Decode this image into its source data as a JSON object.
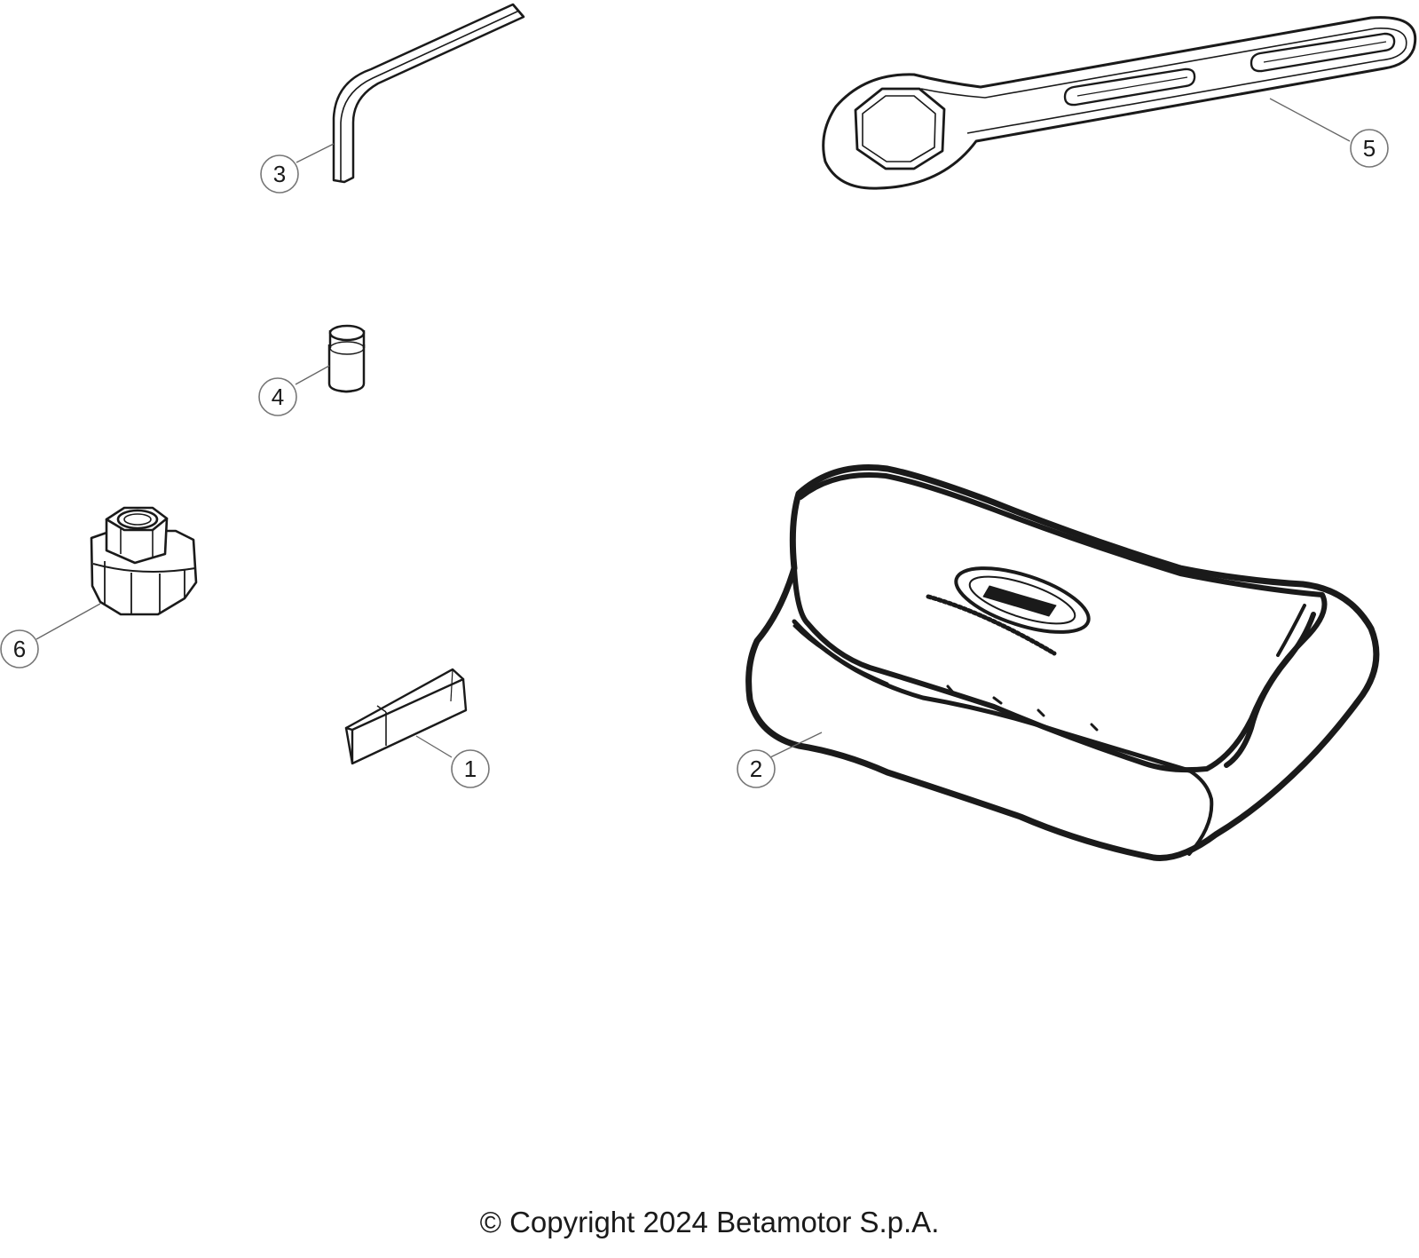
{
  "parts": {
    "key": {
      "callout": "1"
    },
    "tool_bag": {
      "callout": "2"
    },
    "hex_key": {
      "callout": "3"
    },
    "pin": {
      "callout": "4"
    },
    "ring_spanner": {
      "callout": "5"
    },
    "nut_adapter": {
      "callout": "6"
    }
  },
  "colors": {
    "line": "#1a1a1a",
    "background": "#ffffff"
  },
  "footer": {
    "copyright": "© Copyright 2024 Betamotor S.p.A."
  }
}
